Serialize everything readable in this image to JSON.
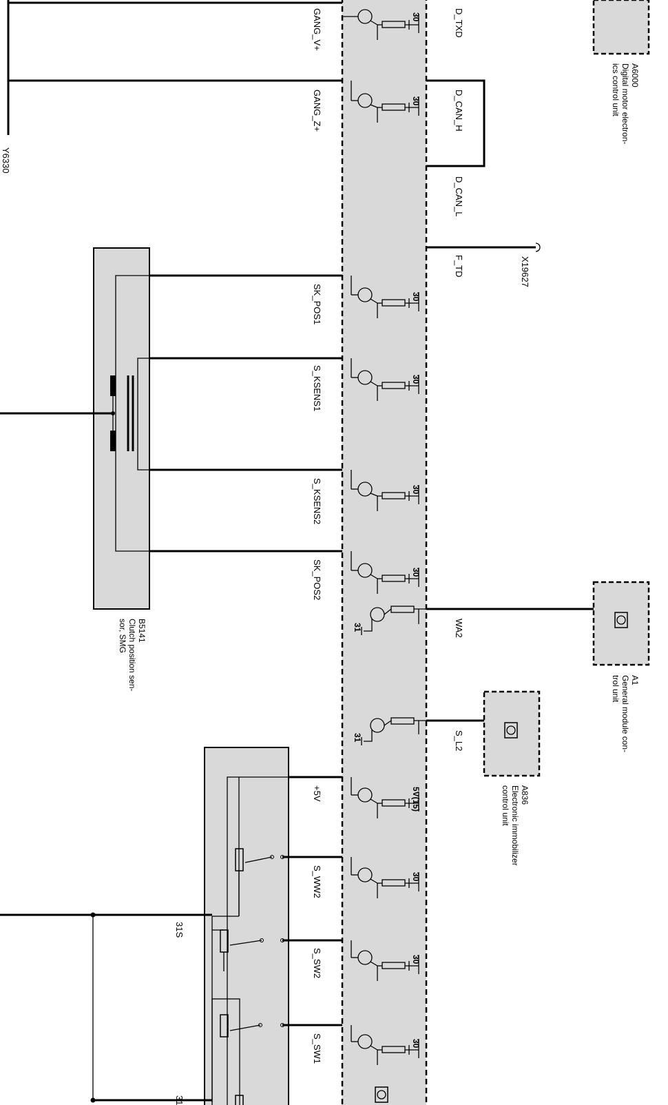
{
  "signals": {
    "gang_v": "GANG_V+",
    "gang_z": "GANG_Z+",
    "sk_pos1": "SK_POS1",
    "s_ksens1": "S_KSENS1",
    "s_ksens2": "S_KSENS2",
    "sk_pos2": "SK_POS2",
    "plus5v": "+5V",
    "s_ww2": "S_WW2",
    "s_sw2": "S_SW2",
    "s_sw1": "S_SW1",
    "d_txd": "D_TXD",
    "d_can_h": "D_CAN_H",
    "d_can_l": "D_CAN_L",
    "f_td": "F_TD",
    "wa2": "WA2",
    "s_l2": "S_L2"
  },
  "pins": {
    "p30": "30",
    "p31": "31",
    "p5v15": "5V(15)"
  },
  "grounds": {
    "g31s": "31S",
    "g31": "31"
  },
  "connectors": {
    "x19627": "X19627",
    "y_partial": "Y6330"
  },
  "components": {
    "a6000": {
      "code": "A6000",
      "line1": "Digital motor electron-",
      "line2": "ics control unit"
    },
    "a1": {
      "code": "A1",
      "line1": "General module con-",
      "line2": "trol unit"
    },
    "a836": {
      "code": "A836",
      "line1": "Electronic immobilizer",
      "line2": "control unit"
    },
    "b5141": {
      "code": "B5141",
      "line1": "Clutch position sen-",
      "line2": "sor, SMG"
    }
  },
  "colors": {
    "module_fill": "#d9d9d9",
    "line": "#000000"
  }
}
